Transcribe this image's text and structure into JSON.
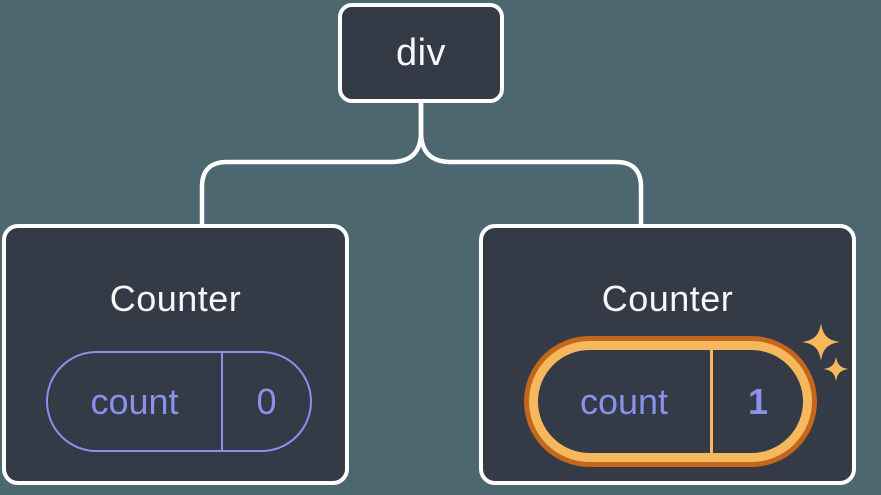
{
  "diagram": {
    "root_node": {
      "label": "div"
    },
    "nodes": [
      {
        "title": "Counter",
        "state_key": "count",
        "state_value": "0",
        "highlighted": false
      },
      {
        "title": "Counter",
        "state_key": "count",
        "state_value": "1",
        "highlighted": true
      }
    ],
    "icons": {
      "sparkles": "sparkles-icon"
    },
    "colors": {
      "background": "#4D6771",
      "card_fill": "#343A46",
      "line_white": "#FFFFFF",
      "text_white": "#F6F7F9",
      "state_purple": "#8891EC",
      "highlight_orange_light": "#F6B85C",
      "highlight_orange_dark": "#C4661B"
    }
  }
}
